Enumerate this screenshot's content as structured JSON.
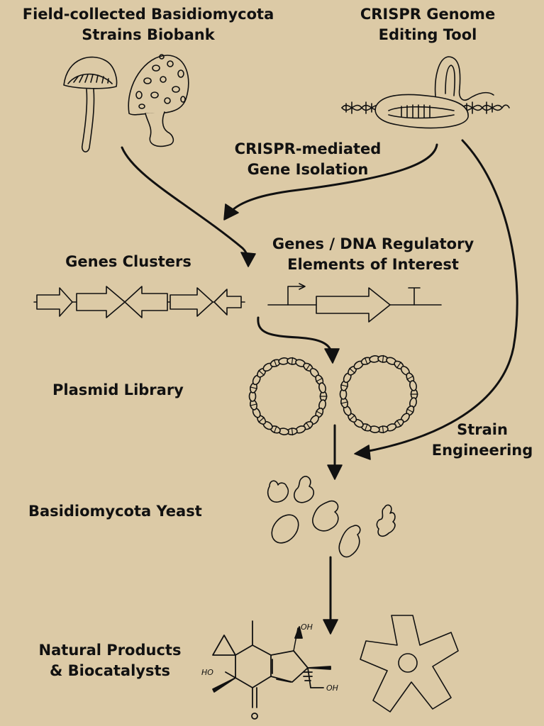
{
  "colors": {
    "background": "#dccaa6",
    "ink": "#111111",
    "fill": "#dccaa6"
  },
  "labels": {
    "biobank": [
      "Field-collected Basidiomycota",
      "Strains Biobank"
    ],
    "crispr_tool": [
      "CRISPR Genome",
      "Editing Tool"
    ],
    "gene_isolation": [
      "CRISPR-mediated",
      "Gene Isolation"
    ],
    "gene_clusters": "Genes Clusters",
    "regulatory": [
      "Genes / DNA Regulatory",
      "Elements of Interest"
    ],
    "plasmid_library": "Plasmid Library",
    "strain_engineering": [
      "Strain",
      "Engineering"
    ],
    "yeast": "Basidiomycota Yeast",
    "products": [
      "Natural Products",
      "& Biocatalysts"
    ]
  },
  "chem_labels": {
    "oh_top": "OH",
    "oh_left": "HO",
    "oh_right": "OH"
  },
  "icons": [
    "mushroom-icon",
    "spotted-mushroom-icon",
    "crispr-dna-icon",
    "gene-cluster-icon",
    "regulatory-element-icon",
    "plasmid-icon",
    "yeast-cell-icon",
    "molecule-structure-icon",
    "enzyme-icon"
  ]
}
